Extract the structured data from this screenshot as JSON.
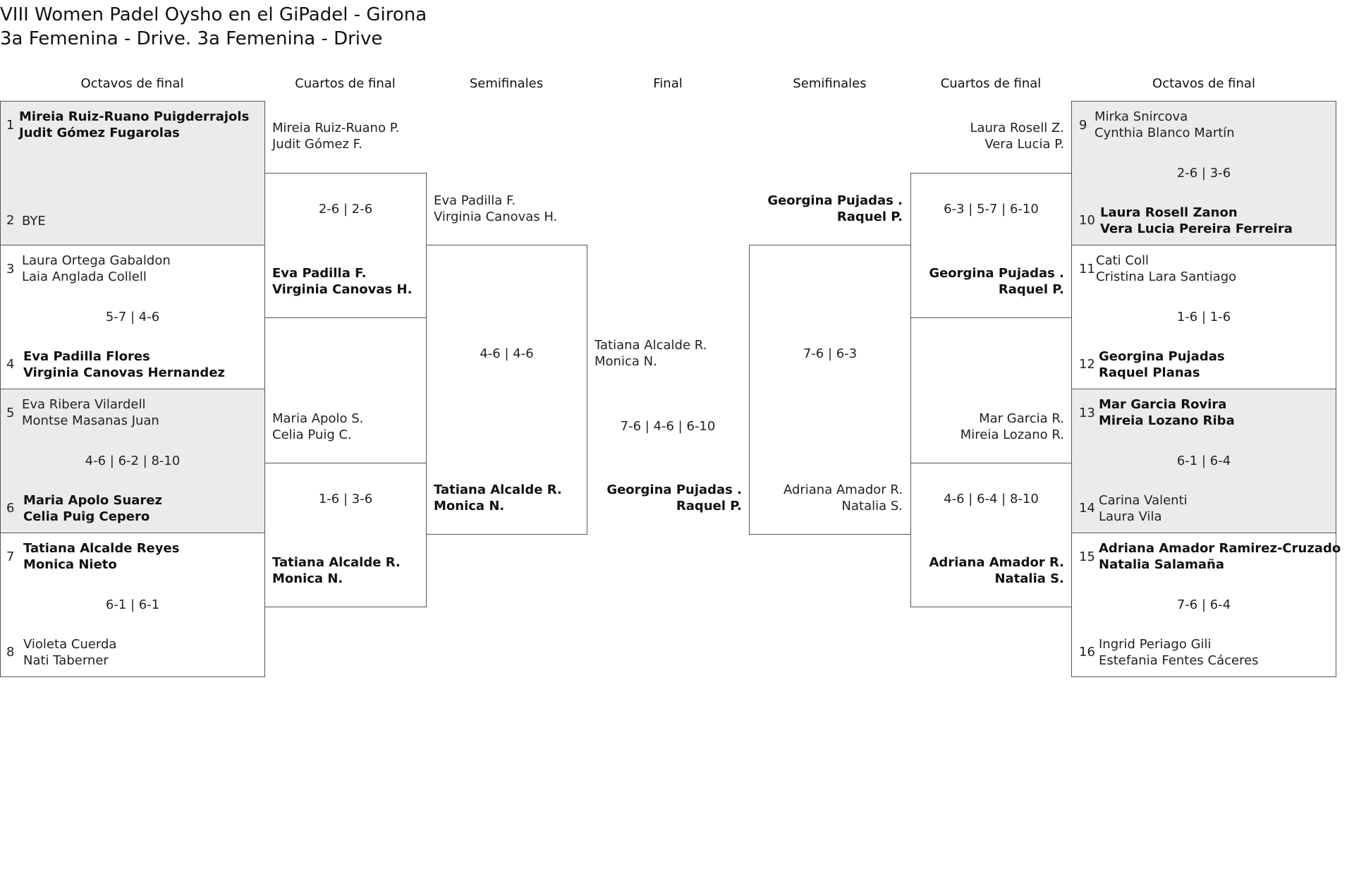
{
  "title": {
    "line1": "VIII Women Padel Oysho en el GiPadel - Girona",
    "line2": "3a Femenina - Drive. 3a Femenina - Drive"
  },
  "headers": {
    "left_r16": "Octavos de final",
    "left_qf": "Cuartos de final",
    "left_sf": "Semifinales",
    "final": "Final",
    "right_sf": "Semifinales",
    "right_qf": "Cuartos de final",
    "right_r16": "Octavos de final"
  },
  "r16": [
    {
      "n1": "1",
      "p1a": "Mireia Ruiz-Ruano Puigderrajols",
      "p1b": "Judit Gómez Fugarolas",
      "n2": "2",
      "p2a": "BYE",
      "p2b": "",
      "score": ""
    },
    {
      "n1": "3",
      "p1a": "Laura Ortega Gabaldon",
      "p1b": "Laia Anglada Collell",
      "n2": "4",
      "p2a": "Eva Padilla Flores",
      "p2b": "Virginia Canovas Hernandez",
      "score": "5-7 | 4-6"
    },
    {
      "n1": "5",
      "p1a": "Eva Ribera Vilardell",
      "p1b": "Montse Masanas Juan",
      "n2": "6",
      "p2a": "Maria Apolo Suarez",
      "p2b": "Celia Puig Cepero",
      "score": "4-6 | 6-2 | 8-10"
    },
    {
      "n1": "7",
      "p1a": "Tatiana Alcalde Reyes",
      "p1b": "Monica Nieto",
      "n2": "8",
      "p2a": "Violeta Cuerda",
      "p2b": "Nati Taberner",
      "score": "6-1 | 6-1"
    },
    {
      "n1": "9",
      "p1a": "Mirka Snircova",
      "p1b": "Cynthia Blanco Martín",
      "n2": "10",
      "p2a": "Laura Rosell Zanon",
      "p2b": "Vera Lucia Pereira Ferreira",
      "score": "2-6 | 3-6"
    },
    {
      "n1": "11",
      "p1a": "Cati Coll",
      "p1b": "Cristina Lara Santiago",
      "n2": "12",
      "p2a": "Georgina Pujadas",
      "p2b": "Raquel Planas",
      "score": "1-6 | 1-6"
    },
    {
      "n1": "13",
      "p1a": "Mar Garcia Rovira",
      "p1b": "Mireia Lozano Riba",
      "n2": "14",
      "p2a": "Carina Valenti",
      "p2b": "Laura Vila",
      "score": "6-1 | 6-4"
    },
    {
      "n1": "15",
      "p1a": "Adriana Amador Ramirez-Cruzado",
      "p1b": "Natalia Salamaña",
      "n2": "16",
      "p2a": "Ingrid Periago Gili",
      "p2b": "Estefania Fentes Cáceres",
      "score": "7-6 | 6-4"
    }
  ],
  "qf": [
    {
      "t1a": "Mireia Ruiz-Ruano P.",
      "t1b": "Judit Gómez F.",
      "t2a": "Eva Padilla F.",
      "t2b": "Virginia Canovas H.",
      "score": "2-6 | 2-6"
    },
    {
      "t1a": "Maria Apolo S.",
      "t1b": "Celia Puig C.",
      "t2a": "Tatiana Alcalde R.",
      "t2b": "Monica N.",
      "score": "1-6 | 3-6"
    },
    {
      "t1a": "Laura Rosell Z.",
      "t1b": "Vera Lucia P.",
      "t2a": "Georgina Pujadas .",
      "t2b": "Raquel P.",
      "score": "6-3 | 5-7 | 6-10"
    },
    {
      "t1a": "Mar Garcia R.",
      "t1b": "Mireia Lozano R.",
      "t2a": "Adriana Amador R.",
      "t2b": "Natalia S.",
      "score": "4-6 | 6-4 | 8-10"
    }
  ],
  "sf": [
    {
      "t1a": "Eva Padilla F.",
      "t1b": "Virginia Canovas H.",
      "t2a": "Tatiana Alcalde R.",
      "t2b": "Monica N.",
      "score": "4-6 | 4-6"
    },
    {
      "t1a": "Georgina Pujadas .",
      "t1b": "Raquel P.",
      "t2a": "Adriana Amador R.",
      "t2b": "Natalia S.",
      "score": "7-6 | 6-3"
    }
  ],
  "final": {
    "t1a": "Tatiana Alcalde R.",
    "t1b": "Monica N.",
    "t2a": "Georgina Pujadas .",
    "t2b": "Raquel P.",
    "score": "7-6 | 4-6 | 6-10"
  }
}
